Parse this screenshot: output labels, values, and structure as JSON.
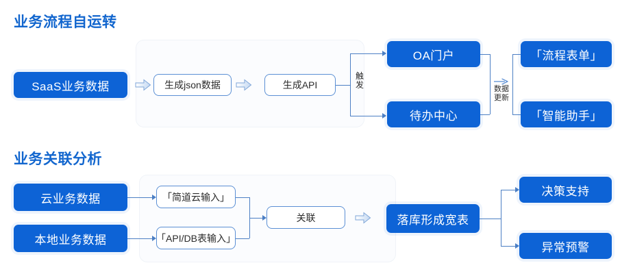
{
  "sections": [
    {
      "title": "业务流程自运转",
      "source": "SaaS业务数据",
      "steps": [
        "生成json数据",
        "生成API"
      ],
      "branch_label": "触发",
      "targets": [
        "OA门户",
        "待办中心"
      ],
      "transfer_label_line1": "数据",
      "transfer_label_line2": "更新",
      "outputs": [
        "「流程表单」",
        "「智能助手」"
      ]
    },
    {
      "title": "业务关联分析",
      "sources": [
        "云业务数据",
        "本地业务数据"
      ],
      "inputs": [
        "「简道云输入」",
        "「API/DB表输入」"
      ],
      "join": "关联",
      "store": "落库形成宽表",
      "outputs": [
        "决策支持",
        "异常预警"
      ]
    }
  ],
  "colors": {
    "accent": "#1266CE",
    "box_blue": "#0D63D6",
    "line_blue": "#4C7FC4",
    "panel_bg": "#FBFCFE",
    "outline_box_border": "#5B8FD4",
    "text_dark": "#2B2B2B",
    "white": "#FFFFFF"
  },
  "icons": {
    "fat_arrow": "fat-arrow-right-icon",
    "thin_arrow": "thin-arrow-right-icon"
  }
}
